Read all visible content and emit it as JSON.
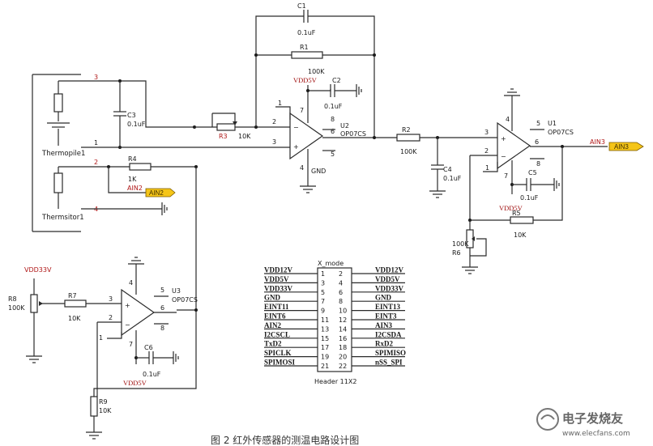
{
  "components": {
    "C1": {
      "ref": "C1",
      "value": "0.1uF"
    },
    "R1": {
      "ref": "R1",
      "value": "100K"
    },
    "C2": {
      "ref": "C2",
      "value": "0.1uF"
    },
    "C3": {
      "ref": "C3",
      "value": "0.1uF"
    },
    "R3": {
      "ref": "R3",
      "value": "10K"
    },
    "U2": {
      "ref": "U2",
      "part": "OP07CS"
    },
    "R2": {
      "ref": "R2",
      "value": "100K"
    },
    "C4": {
      "ref": "C4",
      "value": "0.1uF"
    },
    "U1": {
      "ref": "U1",
      "part": "OP07CS"
    },
    "C5": {
      "ref": "C5",
      "value": "0.1uF"
    },
    "R5": {
      "ref": "R5",
      "value": "10K"
    },
    "R6": {
      "ref": "R6",
      "value": "100K"
    },
    "R4": {
      "ref": "R4",
      "value": "1K"
    },
    "R8": {
      "ref": "R8",
      "value": "100K"
    },
    "R7": {
      "ref": "R7",
      "value": "10K"
    },
    "U3": {
      "ref": "U3",
      "part": "OP07CS"
    },
    "C6": {
      "ref": "C6",
      "value": "0.1uF"
    },
    "R9": {
      "ref": "R9",
      "value": "10K"
    },
    "thermopile": "Thermopile1",
    "thermistor": "Thermsitor1"
  },
  "nets": {
    "vdd5v": "VDD5V",
    "vdd33v": "VDD33V",
    "gnd": "GND",
    "ain2": "AIN2",
    "ain3": "AIN3"
  },
  "opamp_pins": {
    "U2": {
      "p1": "1",
      "p2": "2",
      "p3": "3",
      "p4": "4",
      "p5": "5",
      "p6": "6",
      "p7": "7",
      "p8": "8"
    },
    "U1": {
      "p1": "1",
      "p2": "2",
      "p3": "3",
      "p4": "4",
      "p5": "5",
      "p6": "6",
      "p7": "7",
      "p8": "8"
    },
    "U3": {
      "p1": "1",
      "p2": "2",
      "p3": "3",
      "p4": "4",
      "p5": "5",
      "p6": "6",
      "p7": "7",
      "p8": "8"
    }
  },
  "sensor_pins": {
    "p1": "1",
    "p2": "2",
    "p3": "3",
    "p4": "4"
  },
  "header": {
    "title": "X_mode",
    "name": "Header 11X2",
    "rows": [
      {
        "left": "VDD12V",
        "pl": "1",
        "pr": "2",
        "right": "VDD12V"
      },
      {
        "left": "VDD5V",
        "pl": "3",
        "pr": "4",
        "right": "VDD5V"
      },
      {
        "left": "VDD33V",
        "pl": "5",
        "pr": "6",
        "right": "VDD33V"
      },
      {
        "left": "GND",
        "pl": "7",
        "pr": "8",
        "right": "GND"
      },
      {
        "left": "EINT11",
        "pl": "9",
        "pr": "10",
        "right": "EINT13"
      },
      {
        "left": "EINT6",
        "pl": "11",
        "pr": "12",
        "right": "EINT3"
      },
      {
        "left": "AIN2",
        "pl": "13",
        "pr": "14",
        "right": "AIN3"
      },
      {
        "left": "I2CSCL",
        "pl": "15",
        "pr": "16",
        "right": "I2CSDA"
      },
      {
        "left": "TxD2",
        "pl": "17",
        "pr": "18",
        "right": "RxD2"
      },
      {
        "left": "SPICLK",
        "pl": "19",
        "pr": "20",
        "right": "SPIMISO"
      },
      {
        "left": "SPIMOSI",
        "pl": "21",
        "pr": "22",
        "right": "nSS_SPI"
      }
    ]
  },
  "caption": "图 2 红外传感器的测温电路设计图",
  "watermark": {
    "text": "电子发烧友",
    "sub": "www.elecfans.com"
  }
}
